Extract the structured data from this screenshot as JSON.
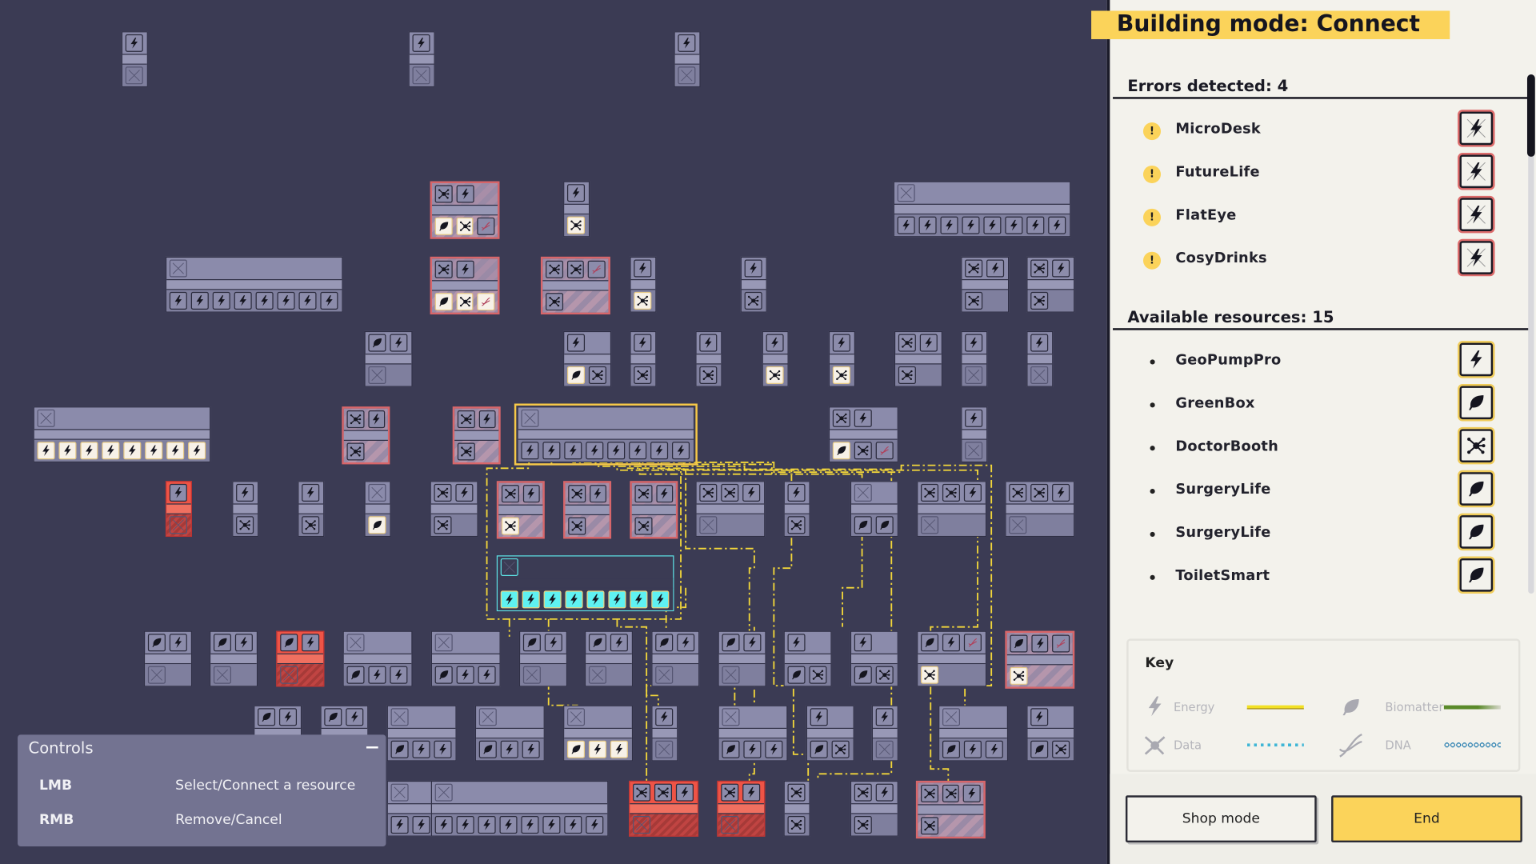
{
  "header": {
    "mode_title": "Building mode: Connect"
  },
  "errors": {
    "heading": "Errors detected: 4",
    "items": [
      {
        "name": "MicroDesk",
        "icon": "energy-missing-icon"
      },
      {
        "name": "FutureLife",
        "icon": "energy-missing-icon"
      },
      {
        "name": "FlatEye",
        "icon": "energy-missing-icon"
      },
      {
        "name": "CosyDrinks",
        "icon": "energy-missing-icon"
      }
    ]
  },
  "resources": {
    "heading": "Available resources: 15",
    "items": [
      {
        "name": "GeoPumpPro",
        "icon": "energy"
      },
      {
        "name": "GreenBox",
        "icon": "biomatter"
      },
      {
        "name": "DoctorBooth",
        "icon": "data"
      },
      {
        "name": "SurgeryLife",
        "icon": "biomatter"
      },
      {
        "name": "SurgeryLife",
        "icon": "biomatter"
      },
      {
        "name": "ToiletSmart",
        "icon": "biomatter"
      }
    ]
  },
  "key": {
    "title": "Key",
    "energy": "Energy",
    "biomatter": "Biomatter",
    "data": "Data",
    "dna": "DNA",
    "colors": {
      "energy": "#f2e024",
      "biomatter": "#5a8a2a",
      "data": "#3fb6d6",
      "dna": "#2a7fb0"
    }
  },
  "controls": {
    "title": "Controls",
    "rows": [
      {
        "key": "LMB",
        "action": "Select/Connect a resource"
      },
      {
        "key": "RMB",
        "action": "Remove/Cancel"
      }
    ]
  },
  "footer": {
    "shop_label": "Shop mode",
    "end_label": "End"
  },
  "colors": {
    "accent": "#fbd35a",
    "error": "#d8666a",
    "board": "#3b3b54",
    "selected_glow": "#5de3e6"
  }
}
